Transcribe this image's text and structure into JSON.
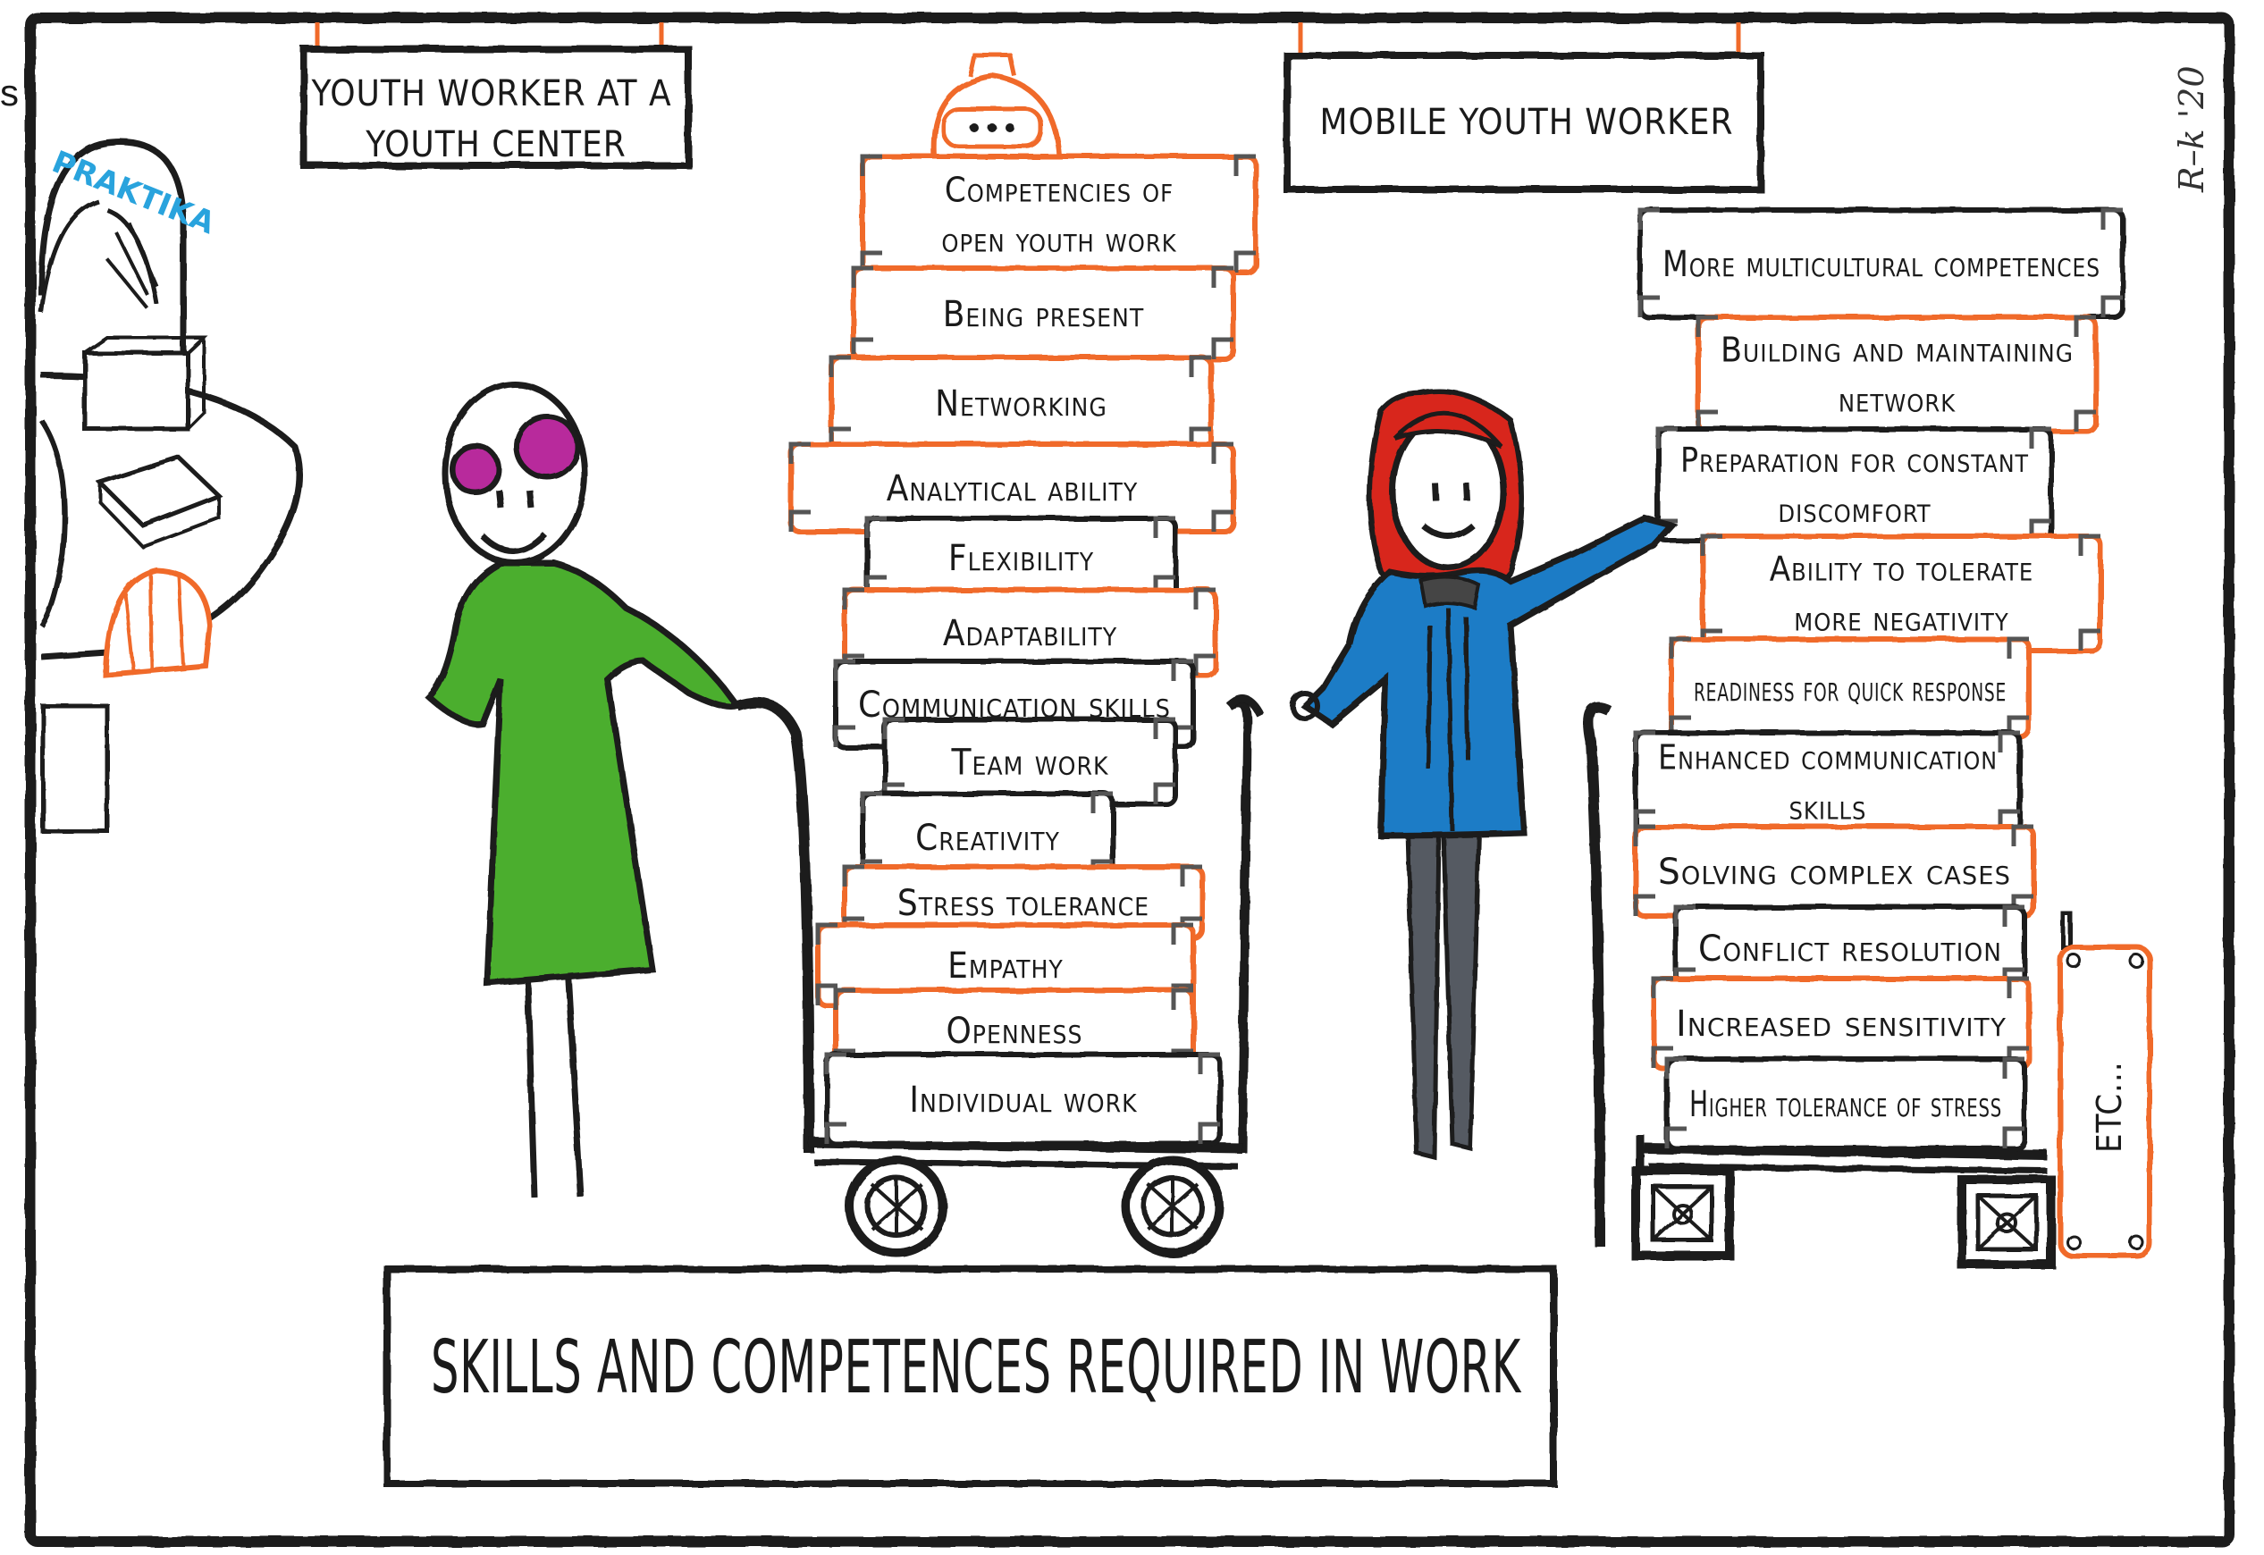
{
  "title": "SKILLS AND COMPETENCES REQUIRED IN WORK",
  "left_sign": [
    "YOUTH WORKER AT A",
    "YOUTH CENTER"
  ],
  "right_sign": "MOBILE YOUTH WORKER",
  "signature": "R–k '20",
  "edge_fragment": "s",
  "praktika_sign": "PRAKTIKA",
  "left_stack": [
    [
      "Competencies of",
      "open youth work"
    ],
    [
      "Being present"
    ],
    [
      "Networking"
    ],
    [
      "Analytical ability"
    ],
    [
      "Flexibility"
    ],
    [
      "Adaptability"
    ],
    [
      "Communication skills"
    ],
    [
      "Team work"
    ],
    [
      "Creativity"
    ],
    [
      "Stress tolerance"
    ],
    [
      "Empathy"
    ],
    [
      "Openness"
    ],
    [
      "Individual work"
    ]
  ],
  "right_stack": [
    [
      "More multicultural competences"
    ],
    [
      "Building and maintaining",
      "network"
    ],
    [
      "Preparation for constant",
      "discomfort"
    ],
    [
      "Ability to tolerate",
      "more negativity"
    ],
    [
      "readiness for quick response"
    ],
    [
      "Enhanced communication",
      "skills"
    ],
    [
      "Solving complex cases"
    ],
    [
      "Conflict resolution"
    ],
    [
      "Increased sensitivity"
    ],
    [
      "Higher tolerance of stress"
    ]
  ],
  "extra_case": "ETC...",
  "colors": {
    "frame": "#1a1a1a",
    "suitcase_orange": "#f06a2a",
    "dress_green": "#4cae2f",
    "hair_red": "#d8281e",
    "hair_bun_magenta": "#b82a9c",
    "coat_blue": "#1b7cc6",
    "pants_gray": "#555a62",
    "praktika_blue": "#29a3dd"
  }
}
